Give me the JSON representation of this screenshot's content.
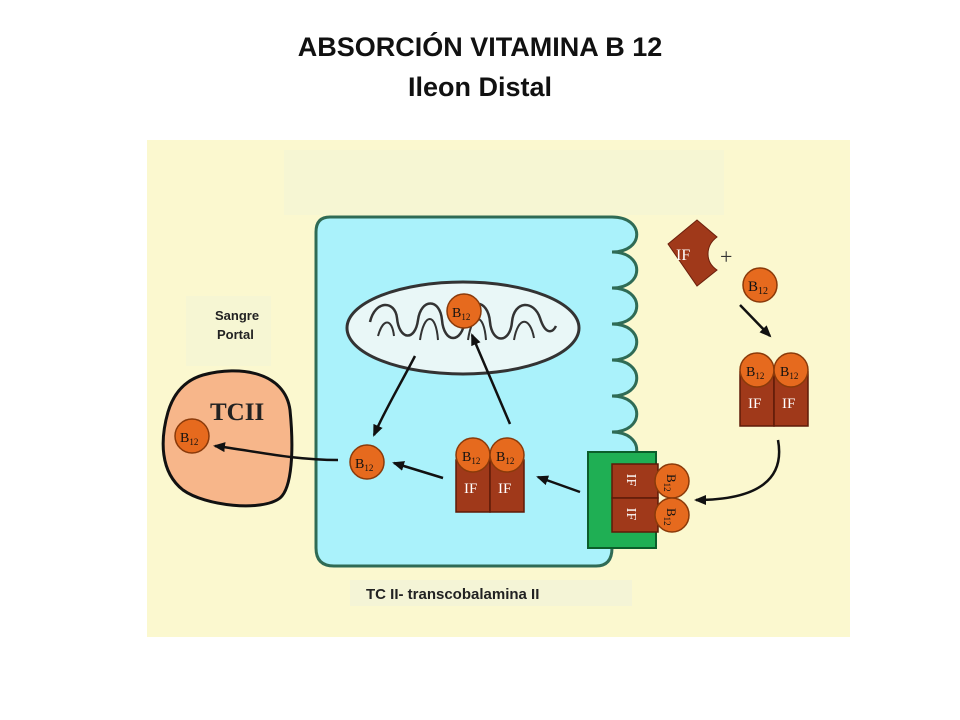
{
  "title": {
    "line1": "ABSORCIÓN  VITAMINA B 12",
    "line2": "Ileon Distal"
  },
  "labels": {
    "sangre": "Sangre",
    "portal": "Portal",
    "tcii": "TCII",
    "b12": "B",
    "b12_sub": "12",
    "if": "IF",
    "plus": "+",
    "footnote": "TC II- transcobalamina II"
  },
  "colors": {
    "background_panel": "#fbf8cf",
    "cell": "#aaf2fb",
    "blood_cell": "#f7b68a",
    "b12": "#e66a1e",
    "if": "#a0391a",
    "receptor": "#1faf54"
  }
}
